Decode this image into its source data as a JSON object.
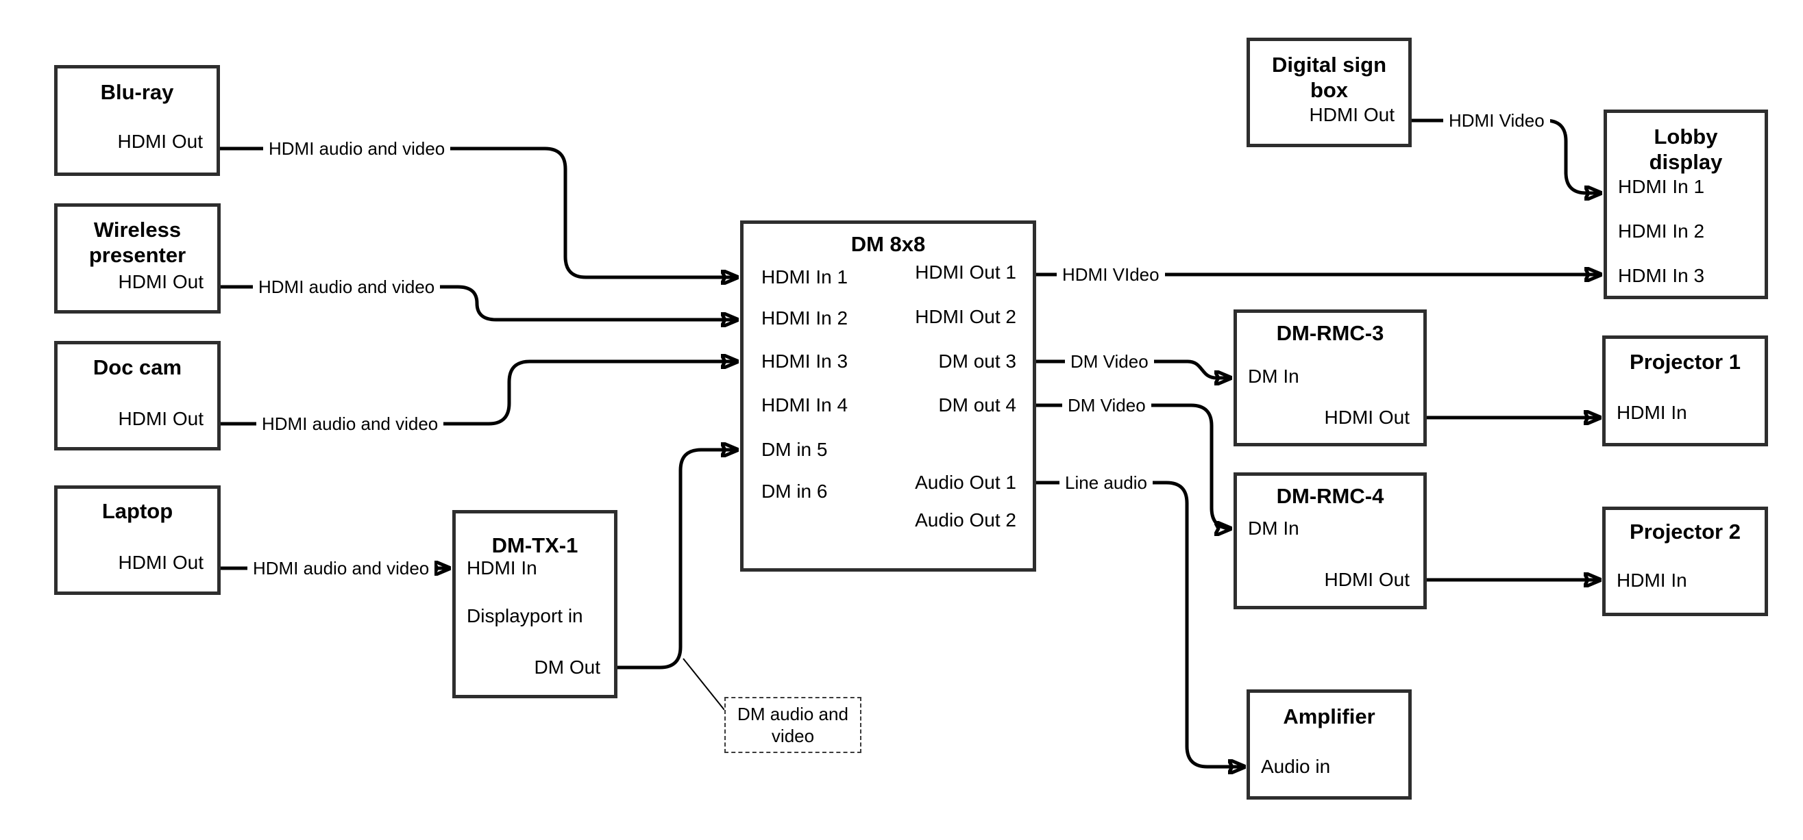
{
  "colors": {
    "background": "#ffffff",
    "box_border": "#2e2e2e",
    "cable": "#000000",
    "text": "#000000"
  },
  "nodes": [
    {
      "id": "blu-ray",
      "title_lines": [
        "Blu-ray"
      ],
      "ports": [
        {
          "label": "HDMI Out"
        }
      ]
    },
    {
      "id": "wireless-presenter",
      "title_lines": [
        "Wireless",
        "presenter"
      ],
      "ports": [
        {
          "label": "HDMI Out"
        }
      ]
    },
    {
      "id": "doc-cam",
      "title_lines": [
        "Doc cam"
      ],
      "ports": [
        {
          "label": "HDMI Out"
        }
      ]
    },
    {
      "id": "laptop",
      "title_lines": [
        "Laptop"
      ],
      "ports": [
        {
          "label": "HDMI Out"
        }
      ]
    },
    {
      "id": "dm-tx-1",
      "title_lines": [
        "DM-TX-1"
      ],
      "ports": [
        {
          "label": "HDMI In"
        },
        {
          "label": "Displayport in"
        },
        {
          "label": "DM Out"
        }
      ]
    },
    {
      "id": "dm-8x8",
      "title_lines": [
        "DM 8x8"
      ],
      "ports": [
        {
          "label": "HDMI In 1"
        },
        {
          "label": "HDMI In 2"
        },
        {
          "label": "HDMI In 3"
        },
        {
          "label": "HDMI In 4"
        },
        {
          "label": "DM in 5"
        },
        {
          "label": "DM in 6"
        },
        {
          "label": "HDMI Out 1"
        },
        {
          "label": "HDMI Out 2"
        },
        {
          "label": "DM out 3"
        },
        {
          "label": "DM out 4"
        },
        {
          "label": "Audio Out 1"
        },
        {
          "label": "Audio Out 2"
        }
      ]
    },
    {
      "id": "digital-sign-box",
      "title_lines": [
        "Digital sign",
        "box"
      ],
      "ports": [
        {
          "label": "HDMI Out"
        }
      ]
    },
    {
      "id": "lobby-display",
      "title_lines": [
        "Lobby",
        "display"
      ],
      "ports": [
        {
          "label": "HDMI In 1"
        },
        {
          "label": "HDMI In 2"
        },
        {
          "label": "HDMI In 3"
        }
      ]
    },
    {
      "id": "dm-rmc-3",
      "title_lines": [
        "DM-RMC-3"
      ],
      "ports": [
        {
          "label": "DM In"
        },
        {
          "label": "HDMI Out"
        }
      ]
    },
    {
      "id": "dm-rmc-4",
      "title_lines": [
        "DM-RMC-4"
      ],
      "ports": [
        {
          "label": "DM In"
        },
        {
          "label": "HDMI Out"
        }
      ]
    },
    {
      "id": "projector-1",
      "title_lines": [
        "Projector 1"
      ],
      "ports": [
        {
          "label": "HDMI In"
        }
      ]
    },
    {
      "id": "projector-2",
      "title_lines": [
        "Projector 2"
      ],
      "ports": [
        {
          "label": "HDMI In"
        }
      ]
    },
    {
      "id": "amplifier",
      "title_lines": [
        "Amplifier"
      ],
      "ports": [
        {
          "label": "Audio in"
        }
      ]
    }
  ],
  "cable_labels": [
    {
      "text": "HDMI audio and video"
    },
    {
      "text": "HDMI audio and video"
    },
    {
      "text": "HDMI audio and video"
    },
    {
      "text": "HDMI audio and video"
    },
    {
      "text": "HDMI VIdeo"
    },
    {
      "text": "DM Video"
    },
    {
      "text": "DM Video"
    },
    {
      "text": "Line audio"
    },
    {
      "text": "HDMI Video"
    }
  ],
  "callout": {
    "lines": [
      "DM audio and",
      "video"
    ]
  }
}
